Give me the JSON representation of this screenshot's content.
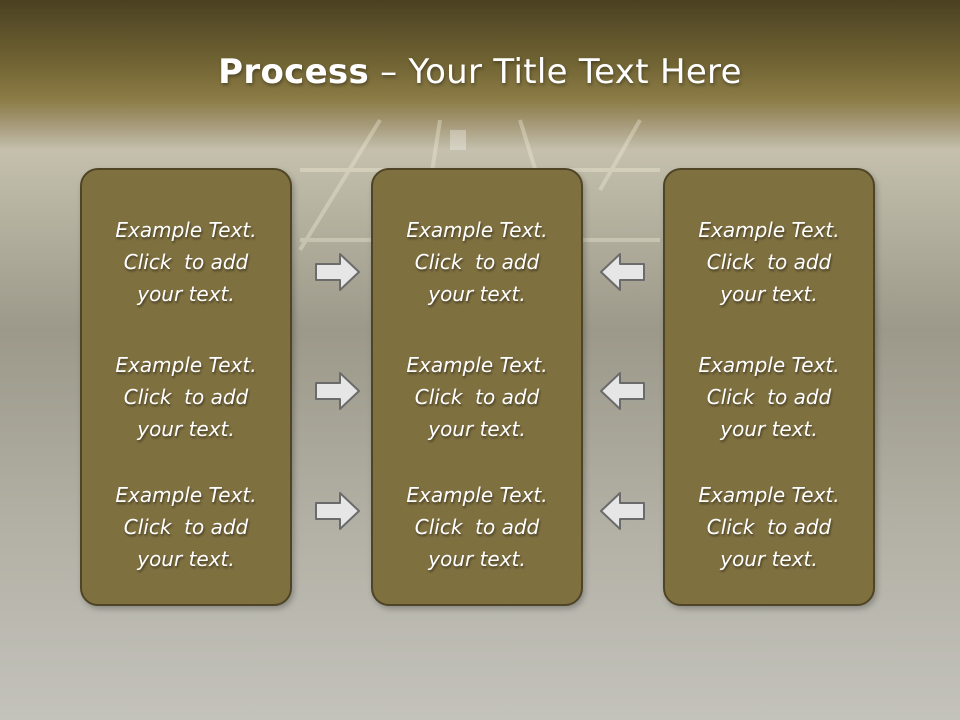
{
  "title": {
    "bold": "Process",
    "rest": " – Your Title Text Here"
  },
  "columns": [
    {
      "items": [
        {
          "l1": "Example Text.",
          "l2": "Click  to add",
          "l3": "your text."
        },
        {
          "l1": "Example Text.",
          "l2": "Click  to add",
          "l3": "your text."
        },
        {
          "l1": "Example Text.",
          "l2": "Click  to add",
          "l3": "your text."
        }
      ]
    },
    {
      "items": [
        {
          "l1": "Example Text.",
          "l2": "Click  to add",
          "l3": "your text."
        },
        {
          "l1": "Example Text.",
          "l2": "Click  to add",
          "l3": "your text."
        },
        {
          "l1": "Example Text.",
          "l2": "Click  to add",
          "l3": "your text."
        }
      ]
    },
    {
      "items": [
        {
          "l1": "Example Text.",
          "l2": "Click  to add",
          "l3": "your text."
        },
        {
          "l1": "Example Text.",
          "l2": "Click  to add",
          "l3": "your text."
        },
        {
          "l1": "Example Text.",
          "l2": "Click  to add",
          "l3": "your text."
        }
      ]
    }
  ],
  "arrows": {
    "left_group": "arrow-right-icon",
    "right_group": "arrow-left-icon"
  },
  "colors": {
    "box_fill": "#7f7040",
    "box_border": "#4f4526",
    "header_band": "#6f6232",
    "arrow_fill": "#e6e6e6",
    "arrow_stroke": "#6b6b6b"
  }
}
